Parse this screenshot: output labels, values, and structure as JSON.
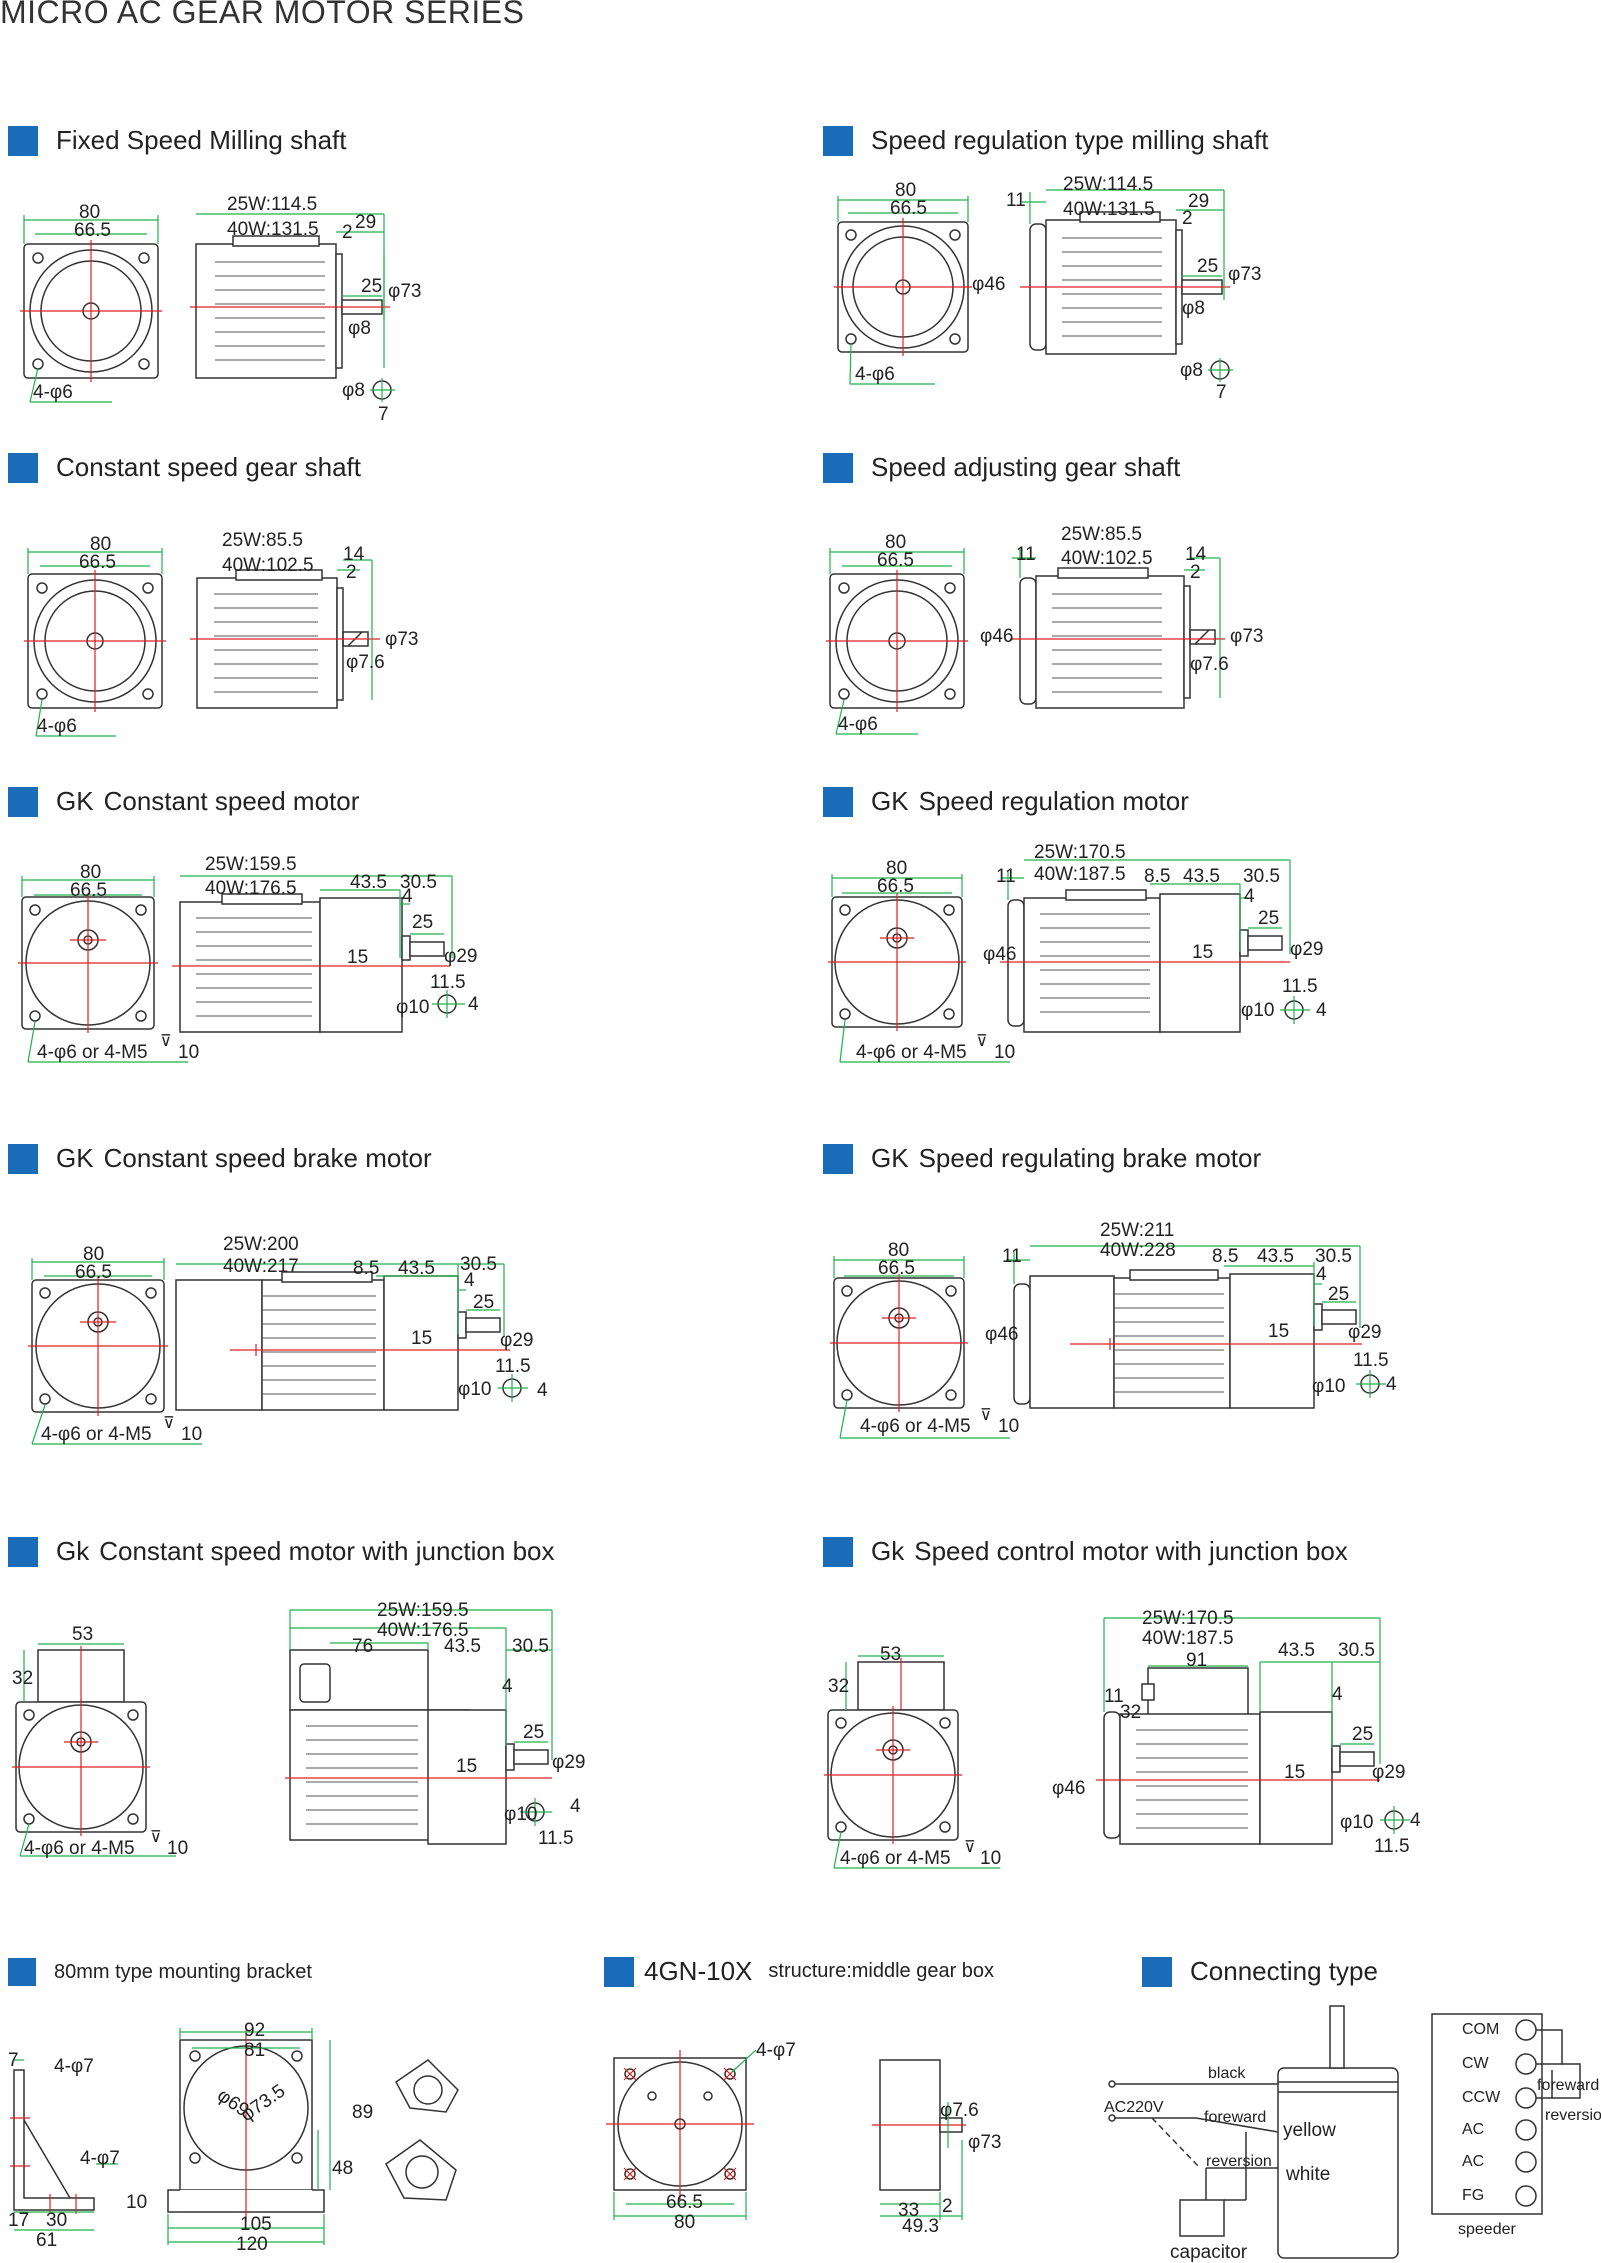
{
  "title": "MICRO AC GEAR MOTOR SERIES",
  "sections": [
    {
      "label": "Fixed Speed Milling shaft",
      "dims": {
        "w": "80",
        "iw": "66.5",
        "holes": "4-φ6",
        "l1": "25W:114.5",
        "l2": "40W:131.5",
        "a": "29",
        "b": "2",
        "c": "25",
        "d": "φ73",
        "e": "φ8",
        "f": "φ8",
        "g": "7"
      }
    },
    {
      "label": "Speed regulation type milling shaft",
      "dims": {
        "w": "80",
        "iw": "66.5",
        "holes": "4-φ6",
        "l1": "25W:114.5",
        "l2": "40W:131.5",
        "a": "29",
        "b": "2",
        "c": "25",
        "d": "φ73",
        "e": "φ8",
        "f": "φ8",
        "g": "7",
        "h": "11",
        "p": "φ46"
      }
    },
    {
      "label": "Constant speed gear shaft",
      "dims": {
        "w": "80",
        "iw": "66.5",
        "holes": "4-φ6",
        "l1": "25W:85.5",
        "l2": "40W:102.5",
        "a": "14",
        "b": "2",
        "d": "φ73",
        "e": "φ7.6"
      }
    },
    {
      "label": "Speed adjusting gear shaft",
      "dims": {
        "w": "80",
        "iw": "66.5",
        "holes": "4-φ6",
        "l1": "25W:85.5",
        "l2": "40W:102.5",
        "a": "14",
        "b": "2",
        "d": "φ73",
        "e": "φ7.6",
        "h": "11",
        "p": "φ46"
      }
    },
    {
      "prefix": "GK",
      "label": "Constant  speed motor",
      "dims": {
        "w": "80",
        "iw": "66.5",
        "holes": "4-φ6 or 4-M5",
        "depth": "10",
        "l1": "25W:159.5",
        "l2": "40W:176.5",
        "g1": "43.5",
        "g2": "30.5",
        "g3": "4",
        "c": "25",
        "s": "15",
        "d": "φ29",
        "k": "11.5",
        "f": "φ10",
        "g": "4"
      }
    },
    {
      "prefix": "GK",
      "label": "Speed regulation motor",
      "dims": {
        "w": "80",
        "iw": "66.5",
        "holes": "4-φ6 or 4-M5",
        "depth": "10",
        "l1": "25W:170.5",
        "l2": "40W:187.5",
        "g0": "8.5",
        "g1": "43.5",
        "g2": "30.5",
        "g3": "4",
        "c": "25",
        "s": "15",
        "d": "φ29",
        "k": "11.5",
        "f": "φ10",
        "g": "4",
        "h": "11",
        "p": "φ46"
      }
    },
    {
      "prefix": "GK",
      "label": "Constant speed brake motor",
      "dims": {
        "w": "80",
        "iw": "66.5",
        "holes": "4-φ6 or 4-M5",
        "depth": "10",
        "l1": "25W:200",
        "l2": "40W:217",
        "g0": "8.5",
        "g1": "43.5",
        "g2": "30.5",
        "g3": "4",
        "c": "25",
        "s": "15",
        "d": "φ29",
        "k": "11.5",
        "f": "φ10",
        "g": "4"
      }
    },
    {
      "prefix": "GK",
      "label": "Speed regulating brake motor",
      "dims": {
        "w": "80",
        "iw": "66.5",
        "holes": "4-φ6 or 4-M5",
        "depth": "10",
        "l1": "25W:211",
        "l2": "40W:228",
        "g0": "8.5",
        "g1": "43.5",
        "g2": "30.5",
        "g3": "4",
        "c": "25",
        "s": "15",
        "d": "φ29",
        "k": "11.5",
        "f": "φ10",
        "g": "4",
        "h": "11",
        "p": "φ46"
      }
    },
    {
      "prefix": "Gk",
      "label": "Constant speed motor with junction box",
      "dims": {
        "bw": "53",
        "bh": "32",
        "holes": "4-φ6 or 4-M5",
        "depth": "10",
        "l1": "25W:159.5",
        "l2": "40W:176.5",
        "jb": "76",
        "g1": "43.5",
        "g2": "30.5",
        "g3": "4",
        "c": "25",
        "s": "15",
        "d": "φ29",
        "k": "11.5",
        "f": "φ10",
        "g": "4"
      }
    },
    {
      "prefix": "Gk",
      "label": "Speed control motor with junction box",
      "dims": {
        "bw": "53",
        "bh": "32",
        "holes": "4-φ6 or 4-M5",
        "depth": "10",
        "l1": "25W:170.5",
        "l2": "40W:187.5",
        "jb": "91",
        "g1": "43.5",
        "g2": "30.5",
        "g3": "4",
        "c": "25",
        "s": "15",
        "d": "φ29",
        "k": "11.5",
        "f": "φ10",
        "g": "4",
        "h": "11",
        "h2": "32",
        "p": "φ46"
      }
    }
  ],
  "bracket": {
    "label": "80mm type mounting bracket",
    "d7": "7",
    "hole1": "4-φ7",
    "hole2": "4-φ7",
    "d17": "17",
    "d30": "30",
    "d61": "61",
    "d10": "10",
    "d92": "92",
    "d81": "81",
    "d69": "φ69",
    "d735": "φ73.5",
    "d89": "89",
    "d48": "48",
    "d105": "105",
    "d120": "120"
  },
  "gearbox": {
    "label": "4GN-10X",
    "sublabel": "structure:middle gear box",
    "hole": "4-φ7",
    "d665": "66.5",
    "d80": "80",
    "d76": "φ7.6",
    "d73": "φ73",
    "d33": "33",
    "d2": "2",
    "d493": "49.3"
  },
  "connecting": {
    "label": "Connecting type",
    "black": "black",
    "ac": "AC220V",
    "fwd": "foreward",
    "rev": "reversion",
    "yellow": "yellow",
    "white": "white",
    "capacitor": "capacitor",
    "terminals": [
      "COM",
      "CW",
      "CCW",
      "AC",
      "AC",
      "FG"
    ],
    "speeder": "speeder",
    "fwd2": "foreward",
    "rev2": "reversion"
  }
}
